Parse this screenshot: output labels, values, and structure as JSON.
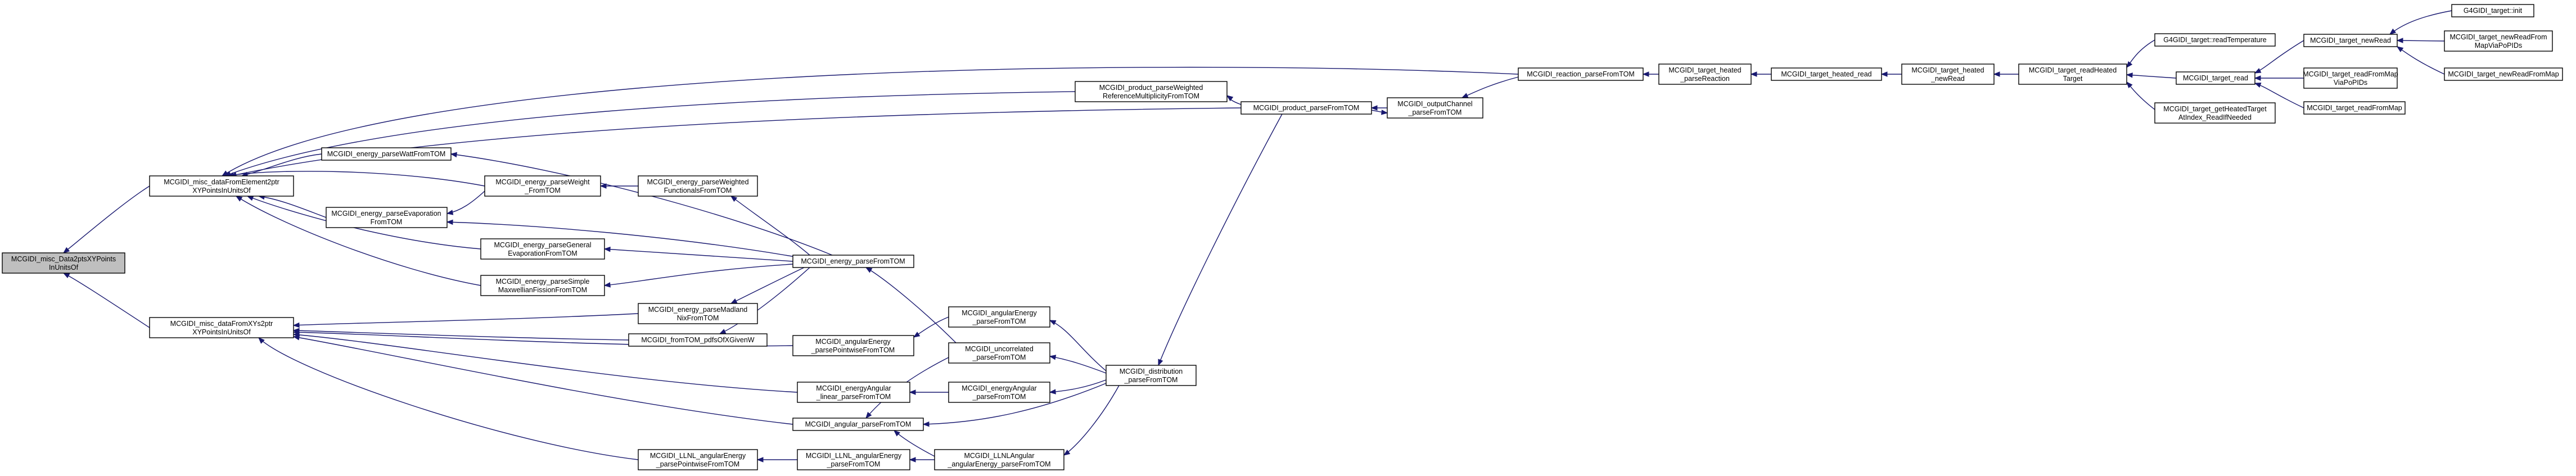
{
  "nodes": [
    {
      "id": "n1",
      "lines": [
        "MCGIDI_misc_Data2ptsXYPoints",
        "InUnitsOf"
      ],
      "highlight": true
    },
    {
      "id": "n2",
      "lines": [
        "MCGIDI_misc_dataFromElement2ptr",
        "XYPointsInUnitsOf"
      ]
    },
    {
      "id": "n3",
      "lines": [
        "MCGIDI_misc_dataFromXYs2ptr",
        "XYPointsInUnitsOf"
      ]
    },
    {
      "id": "n4",
      "lines": [
        "MCGIDI_energy_parseWattFromTOM"
      ]
    },
    {
      "id": "n5",
      "lines": [
        "MCGIDI_energy_parseEvaporation",
        "FromTOM"
      ]
    },
    {
      "id": "n6",
      "lines": [
        "MCGIDI_energy_parseGeneral",
        "EvaporationFromTOM"
      ]
    },
    {
      "id": "n7",
      "lines": [
        "MCGIDI_energy_parseSimple",
        "MaxwellianFissionFromTOM"
      ]
    },
    {
      "id": "n8",
      "lines": [
        "MCGIDI_energy_parseWeight",
        "_FromTOM"
      ]
    },
    {
      "id": "n9",
      "lines": [
        "MCGIDI_energy_parseWeighted",
        "FunctionalsFromTOM"
      ]
    },
    {
      "id": "n10",
      "lines": [
        "MCGIDI_energy_parseFromTOM"
      ]
    },
    {
      "id": "n11",
      "lines": [
        "MCGIDI_energy_parseMadland",
        "NixFromTOM"
      ]
    },
    {
      "id": "n12",
      "lines": [
        "MCGIDI_fromTOM_pdfsOfXGivenW"
      ]
    },
    {
      "id": "n13",
      "lines": [
        "MCGIDI_angularEnergy",
        "_parsePointwiseFromTOM"
      ]
    },
    {
      "id": "n14",
      "lines": [
        "MCGIDI_angularEnergy",
        "_parseFromTOM"
      ]
    },
    {
      "id": "n15",
      "lines": [
        "MCGIDI_uncorrelated",
        "_parseFromTOM"
      ]
    },
    {
      "id": "n16",
      "lines": [
        "MCGIDI_energyAngular",
        "_linear_parseFromTOM"
      ]
    },
    {
      "id": "n17",
      "lines": [
        "MCGIDI_energyAngular",
        "_parseFromTOM"
      ]
    },
    {
      "id": "n18",
      "lines": [
        "MCGIDI_angular_parseFromTOM"
      ]
    },
    {
      "id": "n19",
      "lines": [
        "MCGIDI_distribution",
        "_parseFromTOM"
      ]
    },
    {
      "id": "n20",
      "lines": [
        "MCGIDI_LLNL_angularEnergy",
        "_parsePointwiseFromTOM"
      ]
    },
    {
      "id": "n21",
      "lines": [
        "MCGIDI_LLNL_angularEnergy",
        "_parseFromTOM"
      ]
    },
    {
      "id": "n22",
      "lines": [
        "MCGIDI_LLNLAngular",
        "_angularEnergy_parseFromTOM"
      ]
    },
    {
      "id": "n23",
      "lines": [
        "MCGIDI_product_parseWeighted",
        "ReferenceMultiplicityFromTOM"
      ]
    },
    {
      "id": "n24",
      "lines": [
        "MCGIDI_product_parseFromTOM"
      ]
    },
    {
      "id": "n25",
      "lines": [
        "MCGIDI_outputChannel",
        "_parseFromTOM"
      ]
    },
    {
      "id": "n26",
      "lines": [
        "MCGIDI_reaction_parseFromTOM"
      ]
    },
    {
      "id": "n27",
      "lines": [
        "MCGIDI_target_heated",
        "_parseReaction"
      ]
    },
    {
      "id": "n28",
      "lines": [
        "MCGIDI_target_heated_read"
      ]
    },
    {
      "id": "n29",
      "lines": [
        "MCGIDI_target_heated",
        "_newRead"
      ]
    },
    {
      "id": "n30",
      "lines": [
        "MCGIDI_target_readHeated",
        "Target"
      ]
    },
    {
      "id": "n31",
      "lines": [
        "G4GIDI_target::readTemperature"
      ]
    },
    {
      "id": "n32",
      "lines": [
        "MCGIDI_target_read"
      ]
    },
    {
      "id": "n33",
      "lines": [
        "MCGIDI_target_getHeatedTarget",
        "AtIndex_ReadIfNeeded"
      ]
    },
    {
      "id": "n34",
      "lines": [
        "MCGIDI_target_newRead"
      ]
    },
    {
      "id": "n35",
      "lines": [
        "MCGIDI_target_readFromMap",
        "ViaPoPIDs"
      ]
    },
    {
      "id": "n36",
      "lines": [
        "MCGIDI_target_readFromMap"
      ]
    },
    {
      "id": "n37",
      "lines": [
        "G4GIDI_target::init"
      ]
    },
    {
      "id": "n38",
      "lines": [
        "MCGIDI_target_newReadFrom",
        "MapViaPoPIDs"
      ]
    },
    {
      "id": "n39",
      "lines": [
        "MCGIDI_target_newReadFromMap"
      ]
    }
  ]
}
